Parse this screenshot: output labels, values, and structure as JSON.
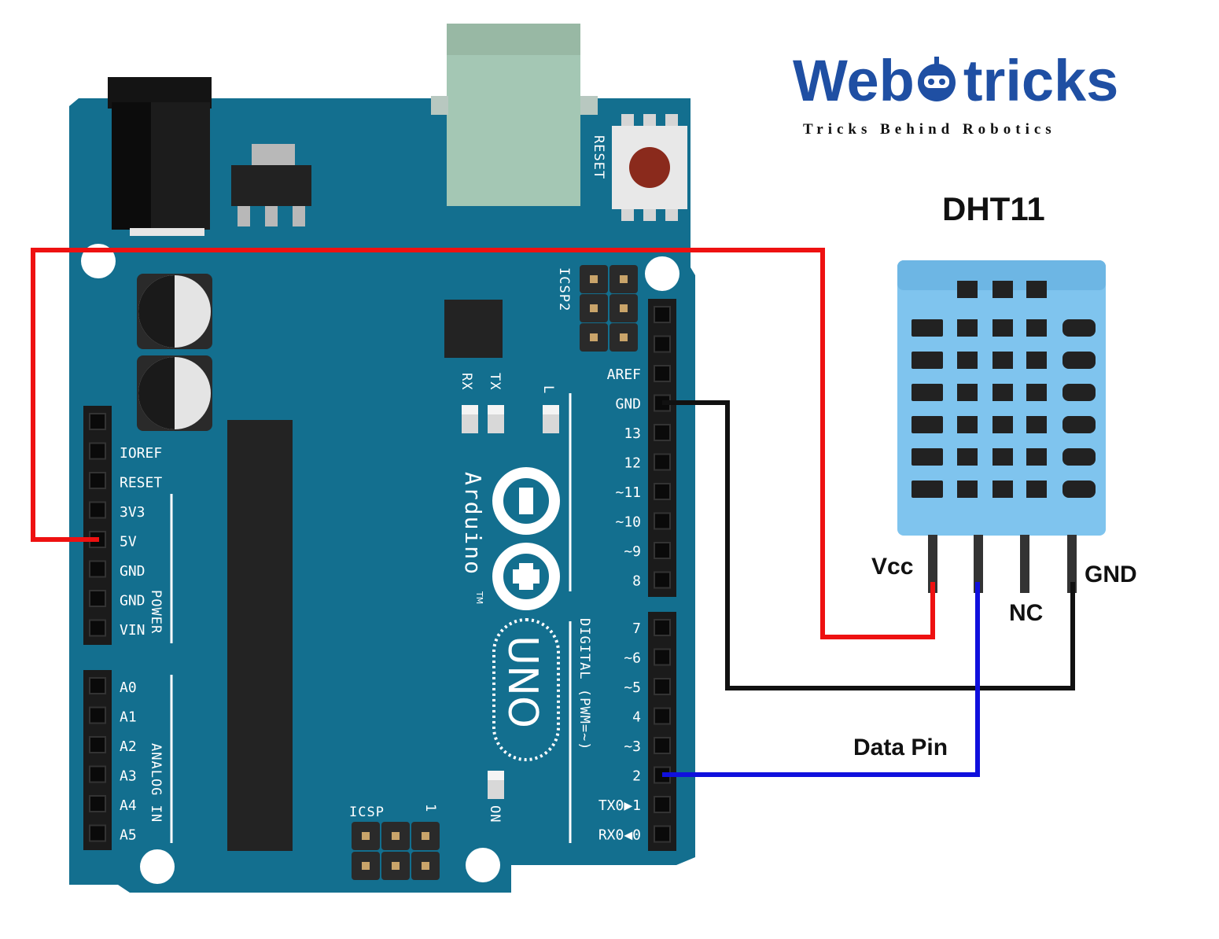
{
  "logo": {
    "text_before": "Web",
    "text_after": "tricks",
    "tagline": "Tricks Behind Robotics"
  },
  "sensor": {
    "name": "DHT11",
    "pins": {
      "vcc": "Vcc",
      "nc": "NC",
      "gnd": "GND"
    },
    "data_label": "Data Pin"
  },
  "board": {
    "brand": "Arduino",
    "trademark": "TM",
    "model": "UNO",
    "reset_label": "RESET",
    "icsp2_label": "ICSP2",
    "icsp_label": "ICSP",
    "icsp_pin1": "1",
    "led_tx": "TX",
    "led_rx": "RX",
    "led_l": "L",
    "led_on": "ON",
    "power_header": [
      "IOREF",
      "RESET",
      "3V3",
      "5V",
      "GND",
      "GND",
      "VIN"
    ],
    "power_group_label": "POWER",
    "analog_header": [
      "A0",
      "A1",
      "A2",
      "A3",
      "A4",
      "A5"
    ],
    "analog_group_label": "ANALOG IN",
    "digital_top": [
      "AREF",
      "GND",
      "13",
      "12",
      "~11",
      "~10",
      "~9",
      "8"
    ],
    "digital_bottom": [
      "7",
      "~6",
      "~5",
      "4",
      "~3",
      "2",
      "TX0▶1",
      "RX0◀0"
    ],
    "digital_group_label": "DIGITAL (PWM=~)"
  },
  "wires": {
    "vcc_color": "#ee1111",
    "gnd_color": "#111111",
    "data_color": "#1010dd"
  },
  "colors": {
    "board": "#136f8f",
    "sensor": "#7fc4ee",
    "logo": "#1f4fa3"
  }
}
